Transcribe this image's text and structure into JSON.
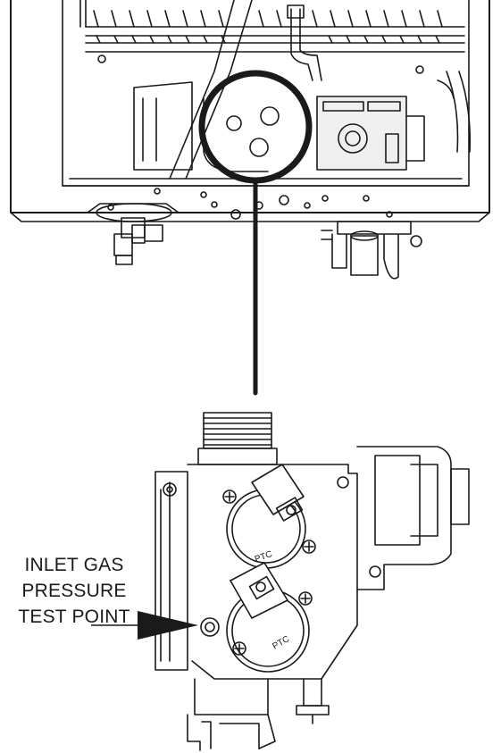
{
  "callout": {
    "line1": "INLET GAS",
    "line2": "PRESSURE",
    "line3": "TEST POINT"
  },
  "valve_markings": {
    "upper_cap_text": "PTC",
    "lower_cap_text": "PTC"
  },
  "colors": {
    "stroke": "#1a1a1a",
    "fill": "#ffffff",
    "panel_shade": "#efefef"
  }
}
